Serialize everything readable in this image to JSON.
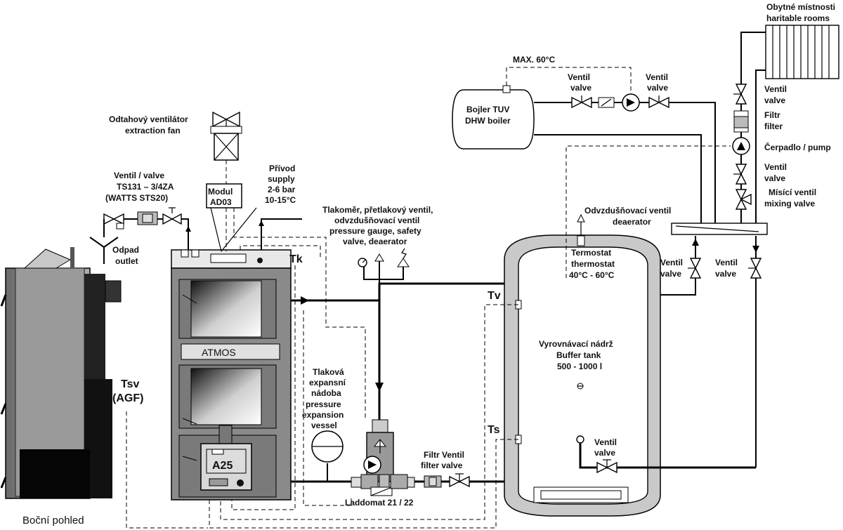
{
  "labels": {
    "room_cz": "Obytné místnosti",
    "room_en": "haritable rooms",
    "max_temp": "MAX. 60°C",
    "valve_top1_cz": "Ventil",
    "valve_top1_en": "valve",
    "valve_top2_cz": "Ventil",
    "valve_top2_en": "valve",
    "boiler_cz": "Bojler TUV",
    "boiler_en": "DHW boiler",
    "fan_cz": "Odtahový ventilátor",
    "fan_en": "extraction fan",
    "valve_ts_1": "Ventil / valve",
    "valve_ts_2": "TS131 – 3/4ZA",
    "valve_ts_3": "(WATTS STS20)",
    "module_1": "Modul",
    "module_2": "AD03",
    "supply_1": "Přívod",
    "supply_2": "supply",
    "supply_3": "2-6 bar",
    "supply_4": "10-15°C",
    "gauge_1": "Tlakoměr, přetlakový ventil,",
    "gauge_2": "odvzdušňovací ventil",
    "gauge_3": "pressure gauge, safety",
    "gauge_4": "valve, deaerator",
    "deaerator_cz": "Odvzdušňovací ventil",
    "deaerator_en": "deaerator",
    "outlet_cz": "Odpad",
    "outlet_en": "outlet",
    "tk": "Tk",
    "thermostat_1": "Termostat",
    "thermostat_2": "thermostat",
    "thermostat_3": "40°C - 60°C",
    "valve_r1_cz": "Ventil",
    "valve_r1_en": "valve",
    "valve_r2_cz": "Ventil",
    "valve_r2_en": "valve",
    "valve_rad_cz": "Ventil",
    "valve_rad_en": "valve",
    "filter_cz": "Filtr",
    "filter_en": "filter",
    "pump": "Čerpadlo / pump",
    "valve_mid_cz": "Ventil",
    "valve_mid_en": "valve",
    "mixing_cz": "Mísící ventil",
    "mixing_en": "mixing valve",
    "tv": "Tv",
    "ts": "Ts",
    "tank_1": "Vyrovnávací nádrž",
    "tank_2": "Buffer tank",
    "tank_3": "500 - 1000 l",
    "tsv_1": "Tsv",
    "tsv_2": "(AGF)",
    "atmos": "ATMOS",
    "a25": "A25",
    "exp_1": "Tlaková",
    "exp_2": "expansní",
    "exp_3": "nádoba",
    "exp_4": "pressure",
    "exp_5": "expansion",
    "exp_6": "vessel",
    "filter_valve_1": "Filtr  Ventil",
    "filter_valve_2": "filter valve",
    "laddomat": "Laddomat 21 / 22",
    "tank_valve_cz": "Ventil",
    "tank_valve_en": "valve",
    "side_view": "Boční pohled"
  }
}
